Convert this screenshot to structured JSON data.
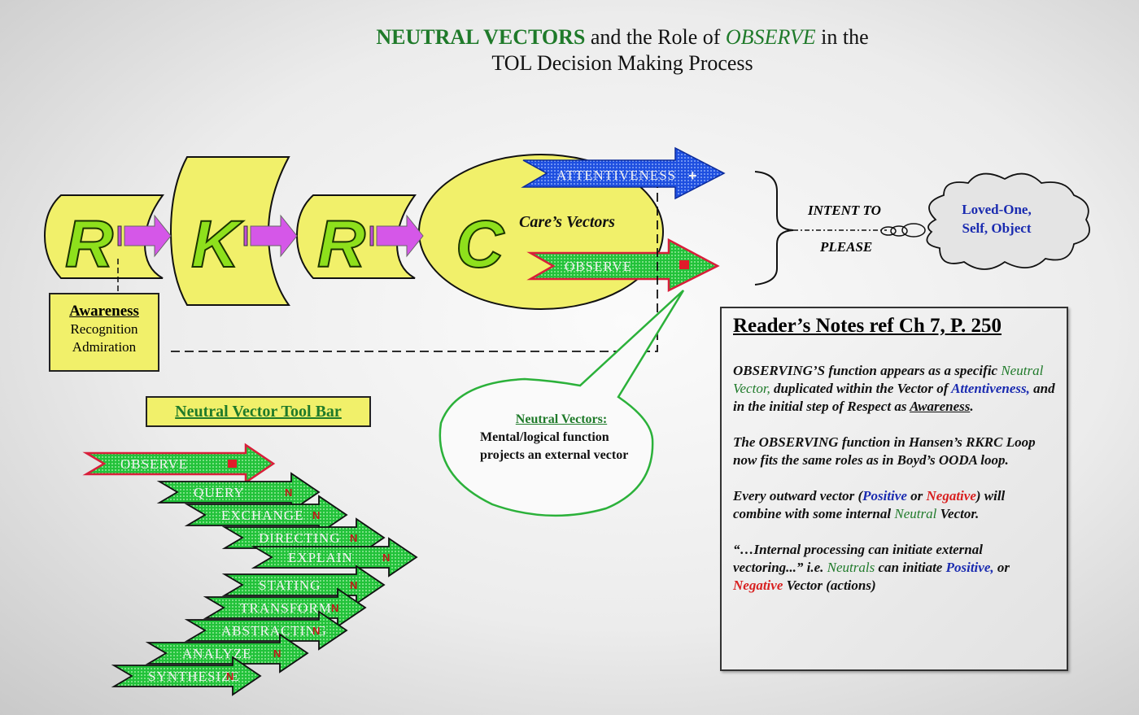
{
  "title": {
    "part1": "NEUTRAL VECTORS",
    "part2": " and the Role of ",
    "part3": "OBSERVE",
    "part4": " in the",
    "line2": "TOL Decision Making Process"
  },
  "rkrc": {
    "letters": [
      "R",
      "K",
      "R",
      "C"
    ],
    "cares_vectors": "Care’s Vectors"
  },
  "vectors": {
    "attentiveness": "ATTENTIVENESS",
    "attentiveness_sign": "+",
    "observe": "OBSERVE"
  },
  "awareness": {
    "head": "Awareness",
    "line1": "Recognition",
    "line2": "Admiration"
  },
  "intent": {
    "line1": "INTENT TO",
    "line2": "PLEASE"
  },
  "cloud": {
    "line1": "Loved-One,",
    "line2": "Self,  Object"
  },
  "callout": {
    "head": "Neutral Vectors:",
    "body": "Mental/logical function projects an external vector"
  },
  "toolbar": {
    "label": "Neutral Vector Tool Bar",
    "arrows": [
      {
        "label": "OBSERVE",
        "mark": "■"
      },
      {
        "label": "QUERY",
        "mark": "N"
      },
      {
        "label": "EXCHANGE",
        "mark": "N"
      },
      {
        "label": "DIRECTING",
        "mark": "N"
      },
      {
        "label": "EXPLAIN",
        "mark": "N"
      },
      {
        "label": "STATING",
        "mark": "N"
      },
      {
        "label": "TRANSFORM",
        "mark": "N"
      },
      {
        "label": "ABSTRACTING",
        "mark": "N"
      },
      {
        "label": "ANALYZE",
        "mark": "N"
      },
      {
        "label": "SYNTHESIZE",
        "mark": "N"
      }
    ]
  },
  "notes": {
    "title": "Reader’s Notes ref Ch 7, P. 250",
    "p1": {
      "a": "OBSERVING’S function appears as a specific ",
      "b": "Neutral Vector,",
      "c": " duplicated within the Vector of ",
      "d": "Attentiveness,",
      "e": " and in the initial step of Respect as ",
      "f": "Awareness",
      "g": "."
    },
    "p2": "The OBSERVING function in Hansen’s RKRC Loop now fits the same roles as in Boyd’s OODA loop.",
    "p3": {
      "a": "Every outward vector (",
      "b": "Positive",
      "c": " or ",
      "d": "Negative",
      "e": ") will combine with some internal ",
      "f": "Neutral",
      "g": " Vector."
    },
    "p4": {
      "a": "“…Internal processing can initiate external vectoring...” i.e. ",
      "b": "Neutrals",
      "c": " can initiate ",
      "d": "Positive,",
      "e": " or ",
      "f": "Negative",
      "g": " Vector (actions)"
    }
  },
  "colors": {
    "yellow": "#f1f06a",
    "letter_green": "#8ee01c",
    "arrow_green": "#22c23a",
    "arrow_blue": "#1e4fe0",
    "connector_purple": "#d557e8",
    "neutral_green": "#1f7a2a",
    "positive_blue": "#1a2bb0",
    "negative_red": "#d81f1f"
  }
}
